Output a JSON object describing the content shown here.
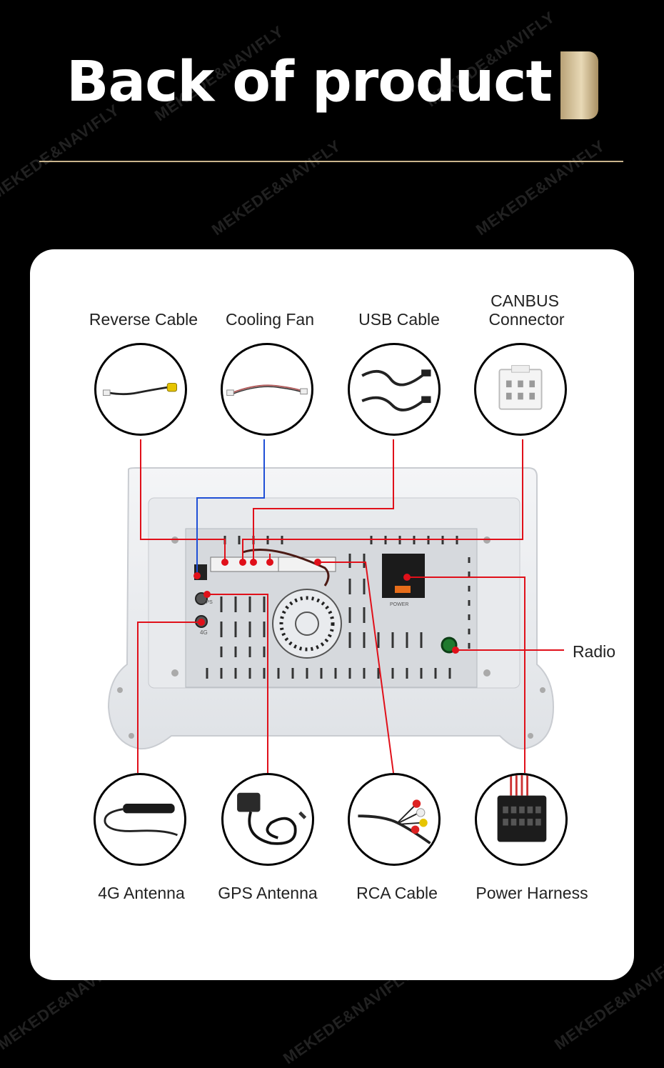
{
  "title": "Back of product",
  "watermark": "MEKEDE&NAVIFLY",
  "accent_color": "#c9b48c",
  "line_colors": {
    "red": "#e0101a",
    "blue": "#1f4fd6"
  },
  "labels": {
    "reverse_cable": "Reverse Cable",
    "cooling_fan": "Cooling Fan",
    "usb_cable": "USB Cable",
    "canbus_line1": "CANBUS",
    "canbus_line2": "Connector",
    "radio": "Radio",
    "antenna_4g": "4G Antenna",
    "gps_antenna": "GPS Antenna",
    "rca_cable": "RCA Cable",
    "power_harness": "Power Harness"
  },
  "panel_marks": {
    "gps": "GPS",
    "4g": "4G",
    "power": "POWER"
  },
  "icons": [
    "reverse-cable-icon",
    "cooling-fan-cable-icon",
    "usb-cable-icon",
    "canbus-connector-icon",
    "4g-antenna-icon",
    "gps-antenna-icon",
    "rca-cable-icon",
    "power-harness-icon"
  ]
}
